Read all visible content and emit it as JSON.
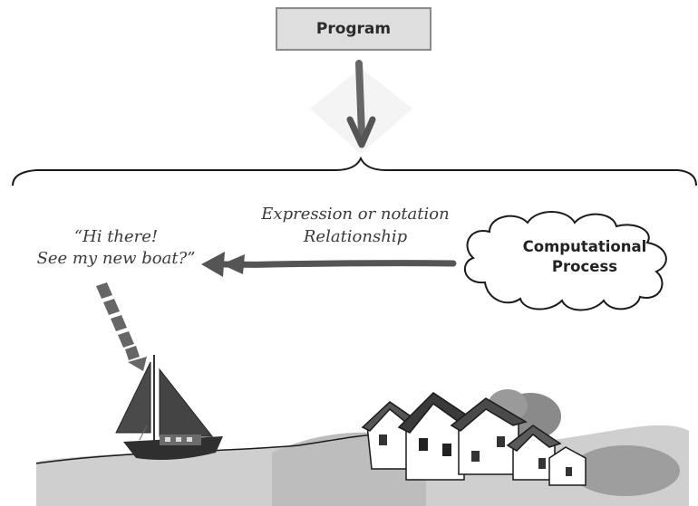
{
  "program": {
    "label": "Program"
  },
  "speech": {
    "line1": "“Hi there!",
    "line2": "See my new boat?”"
  },
  "relationship": {
    "line1": "Expression or notation",
    "line2": "Relationship"
  },
  "process": {
    "line1": "Computational",
    "line2": "Process"
  },
  "colors": {
    "box_fill": "#dedede",
    "box_border": "#8a8a8a",
    "arrow": "#555555",
    "ink": "#1a1a1a",
    "sail": "#474747",
    "sea": "#c8c8c8"
  },
  "icons": [
    "down-arrow-icon",
    "dashed-arrow-icon",
    "left-arrow-icon",
    "cloud-icon",
    "sailboat-icon",
    "village-icon"
  ]
}
